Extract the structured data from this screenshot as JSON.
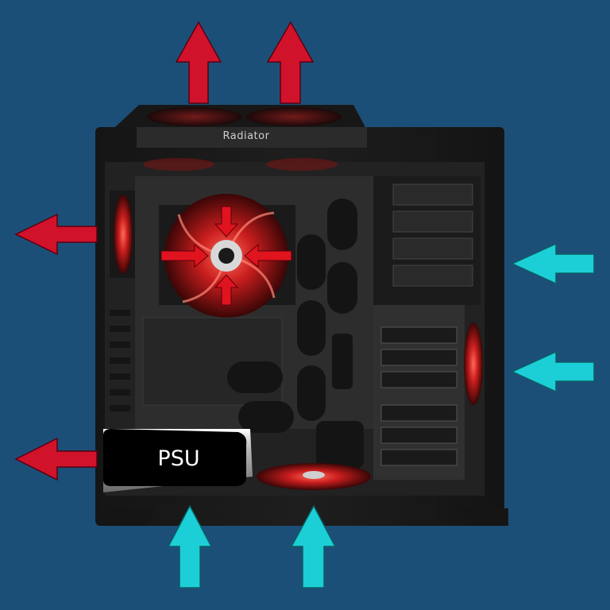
{
  "labels": {
    "radiator": "Radiator",
    "psu": "PSU"
  },
  "colors": {
    "background": "#1c4f78",
    "exhaust_arrow": "#d0122b",
    "intake_arrow": "#1ccfd6",
    "fan_glow": "#e0242a",
    "case_body": "#141414"
  },
  "airflow": {
    "exhaust": [
      "top-left",
      "top-right",
      "rear-upper",
      "rear-lower"
    ],
    "intake": [
      "front-upper",
      "front-lower",
      "bottom-left",
      "bottom-right"
    ],
    "side_fan": "intake"
  }
}
